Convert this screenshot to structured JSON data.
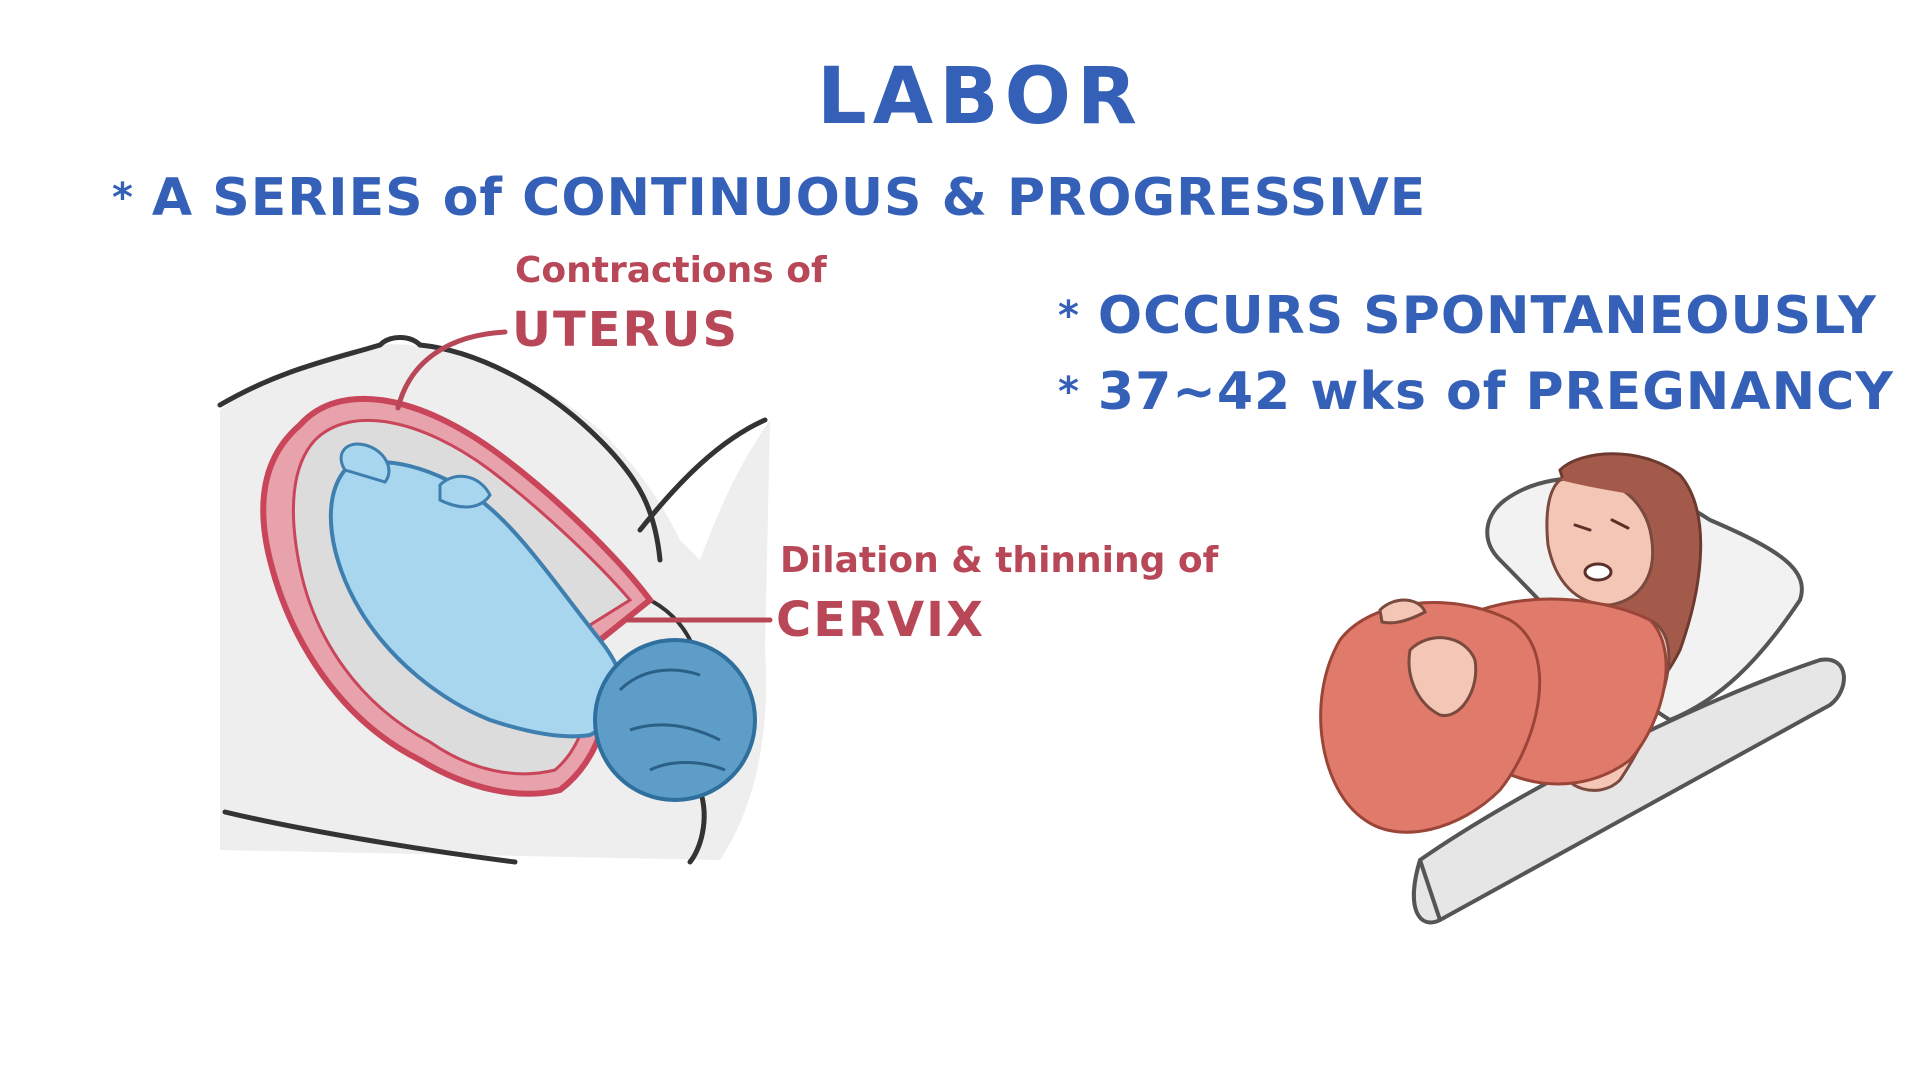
{
  "title": "LABOR",
  "bullets": [
    {
      "marker": "*",
      "text": "A SERIES of CONTINUOUS & PROGRESSIVE"
    },
    {
      "marker": "*",
      "text": "OCCURS SPONTANEOUSLY"
    },
    {
      "marker": "*",
      "text": "37~42 wks of PREGNANCY"
    }
  ],
  "labels": {
    "uterus_caption": "Contractions of",
    "uterus_term": "UTERUS",
    "cervix_caption": "Dilation & thinning of",
    "cervix_term": "CERVIX"
  },
  "colors": {
    "heading_blue": "#3460b8",
    "label_red": "#b84758",
    "fetus_blue": "#a8d6ee",
    "uterus_red": "#c9455a",
    "dress_coral": "#e07a6b",
    "hair_brown": "#a45a4a",
    "skin": "#f4c6b6"
  }
}
